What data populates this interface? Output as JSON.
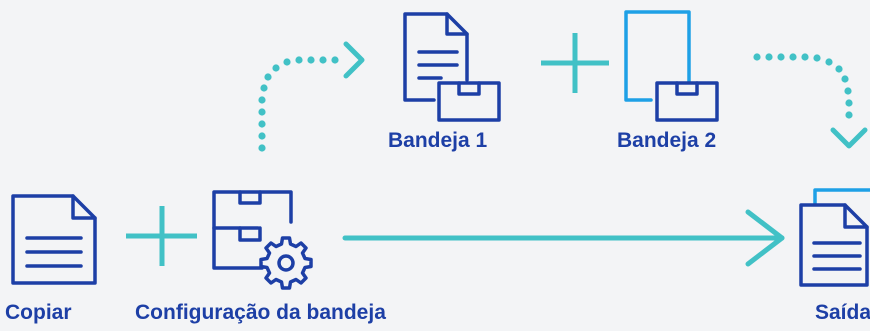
{
  "labels": {
    "copy": "Copiar",
    "tray_config": "Configuração da bandeja",
    "tray1": "Bandeja 1",
    "tray2": "Bandeja 2",
    "output": "Saída"
  },
  "icons": {
    "document": "document-icon",
    "tray_config": "tray-settings-icon",
    "tray1": "document-with-tray-icon",
    "tray2": "blank-sheet-with-tray-icon",
    "output": "stacked-documents-icon",
    "plus": "plus-icon",
    "gear": "gear-icon"
  },
  "colors": {
    "background": "#f3f4f6",
    "icon_navy": "#1d3fa6",
    "accent_teal": "#41c1c6",
    "sheet_blue": "#1ea0e6",
    "label": "#1d3fa6"
  }
}
